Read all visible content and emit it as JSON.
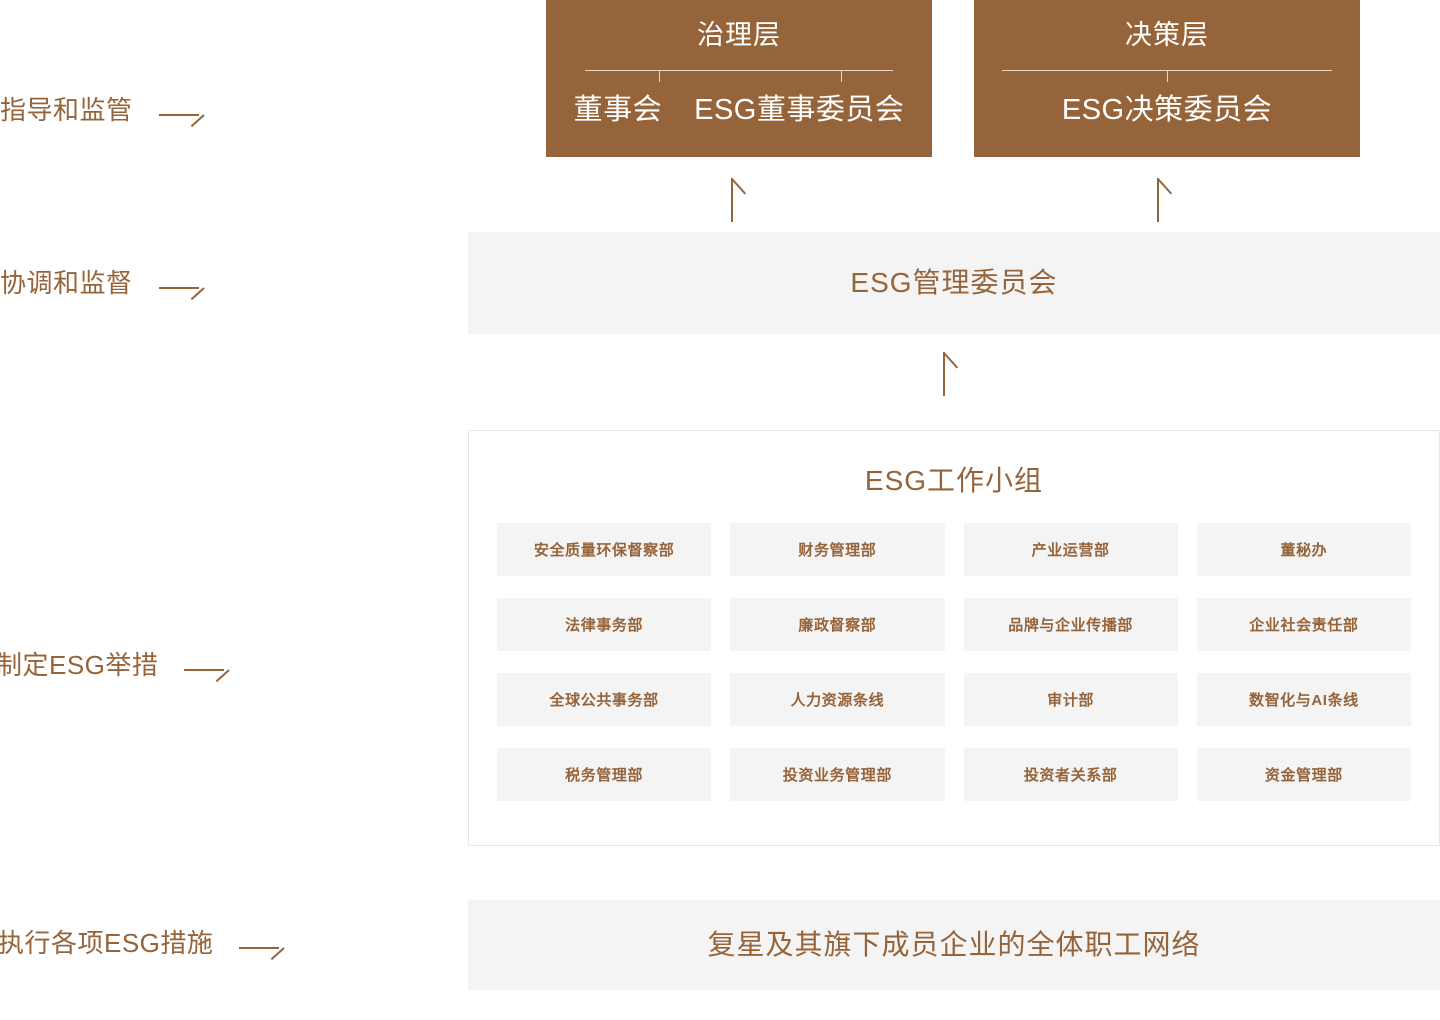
{
  "rail_labels": [
    {
      "text": "指导和监管",
      "icon": "arrow-right-icon"
    },
    {
      "text": "协调和监督",
      "icon": "arrow-right-icon"
    },
    {
      "text": "制定ESG举措",
      "icon": "arrow-right-icon"
    },
    {
      "text": "执行各项ESG措施",
      "icon": "arrow-right-icon"
    }
  ],
  "governance_box": {
    "title": "治理层",
    "items": [
      "董事会",
      "ESG董事委员会"
    ]
  },
  "decision_box": {
    "title": "决策层",
    "items": [
      "ESG决策委员会"
    ]
  },
  "management_band": {
    "text": "ESG管理委员会"
  },
  "workgroup": {
    "title": "ESG工作小组",
    "departments": [
      "安全质量环保督察部",
      "财务管理部",
      "产业运营部",
      "董秘办",
      "法律事务部",
      "廉政督察部",
      "品牌与企业传播部",
      "企业社会责任部",
      "全球公共事务部",
      "人力资源条线",
      "审计部",
      "数智化与AI条线",
      "税务管理部",
      "投资业务管理部",
      "投资者关系部",
      "资金管理部"
    ]
  },
  "employee_band": {
    "text": "复星及其旗下成员企业的全体职工网络"
  },
  "connectors": [
    {
      "name": "arrow-up-governance",
      "direction": "up"
    },
    {
      "name": "arrow-up-decision",
      "direction": "up"
    },
    {
      "name": "arrow-up-workgroup",
      "direction": "up"
    }
  ],
  "colors": {
    "brand_brown": "#96643A",
    "band_gray": "#F4F4F4",
    "panel_border": "#E8E8E8",
    "box_text": "#FFFFFF"
  }
}
